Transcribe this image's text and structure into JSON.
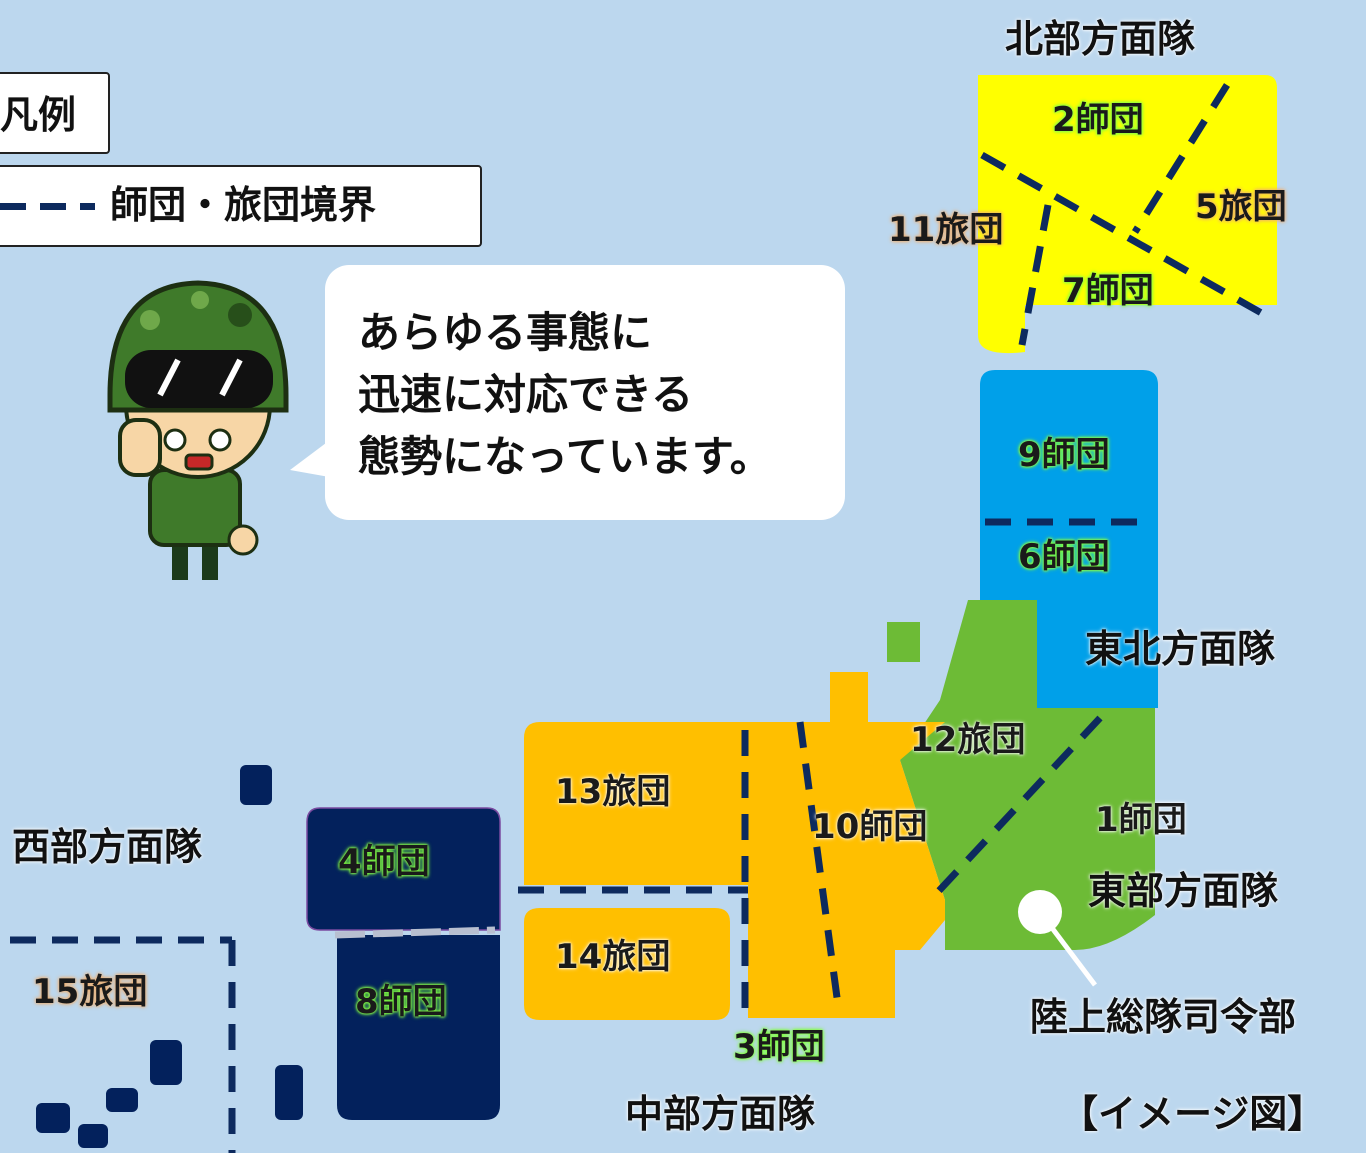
{
  "legend": {
    "title": "凡例",
    "boundary_label": "師団・旅団境界"
  },
  "speech": {
    "lines": [
      "あらゆる事態に",
      "迅速に対応できる",
      "態勢になっています。"
    ]
  },
  "armies": {
    "north": "北部方面隊",
    "northeast": "東北方面隊",
    "east": "東部方面隊",
    "central": "中部方面隊",
    "west": "西部方面隊"
  },
  "units": {
    "d2": "2師団",
    "b5": "5旅団",
    "b11": "11旅団",
    "d7": "7師団",
    "d9": "9師団",
    "d6": "6師団",
    "b12": "12旅団",
    "d1": "1師団",
    "d10": "10師団",
    "b13": "13旅団",
    "b14": "14旅団",
    "d3": "3師団",
    "d4": "4師団",
    "d8": "8師団",
    "b15": "15旅団"
  },
  "hq": "陸上総隊司令部",
  "caption": "【イメージ図】",
  "colors": {
    "background": "#bcd7ee",
    "north": "#ffff00",
    "northeast": "#00a0e9",
    "east": "#6dbb36",
    "central": "#ffbf00",
    "west": "#03215c",
    "boundary": "#0d2a5e"
  }
}
